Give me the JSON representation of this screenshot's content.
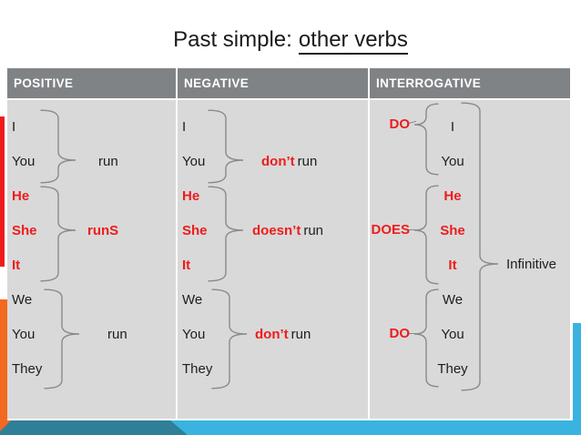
{
  "title": {
    "prefix": "Past simple:",
    "underlined": "other verbs"
  },
  "headers": [
    "POSITIVE",
    "NEGATIVE",
    "INTERROGATIVE"
  ],
  "colors": {
    "red": "#ee1c1c",
    "header_bg": "#808386",
    "cell_bg": "#d9d9d9",
    "orange": "#f3691f",
    "light_blue": "#3ab3e0",
    "teal": "#2f7f99",
    "brace": "#8a8a8a",
    "title": "#1a1a1a",
    "body_text": "#1d1d1d"
  },
  "positive": {
    "pronouns": [
      {
        "text": "I",
        "red": false
      },
      {
        "text": "You",
        "red": false
      },
      {
        "text": "He",
        "red": true
      },
      {
        "text": "She",
        "red": true
      },
      {
        "text": "It",
        "red": true
      },
      {
        "text": "We",
        "red": false
      },
      {
        "text": "You",
        "red": false
      },
      {
        "text": "They",
        "red": false
      }
    ],
    "verbs": [
      {
        "text": "run",
        "red": false
      },
      {
        "text": "runS",
        "red": true
      },
      {
        "text": "run",
        "red": false
      }
    ]
  },
  "negative": {
    "pronouns": [
      {
        "text": "I",
        "red": false
      },
      {
        "text": "You",
        "red": false
      },
      {
        "text": "He",
        "red": true
      },
      {
        "text": "She",
        "red": true
      },
      {
        "text": "It",
        "red": true
      },
      {
        "text": "We",
        "red": false
      },
      {
        "text": "You",
        "red": false
      },
      {
        "text": "They",
        "red": false
      }
    ],
    "verbs": [
      {
        "aux": "don’t",
        "verb": "run"
      },
      {
        "aux": "doesn’t",
        "verb": "run"
      },
      {
        "aux": "don’t",
        "verb": "run"
      }
    ]
  },
  "interrogative": {
    "aux": [
      "DO",
      "DOES",
      "DO"
    ],
    "pronouns": [
      {
        "text": "I",
        "red": false
      },
      {
        "text": "You",
        "red": false
      },
      {
        "text": "He",
        "red": true
      },
      {
        "text": "She",
        "red": true
      },
      {
        "text": "It",
        "red": true
      },
      {
        "text": "We",
        "red": false
      },
      {
        "text": "You",
        "red": false
      },
      {
        "text": "They",
        "red": false
      }
    ],
    "infinitive_label": "Infinitive"
  }
}
